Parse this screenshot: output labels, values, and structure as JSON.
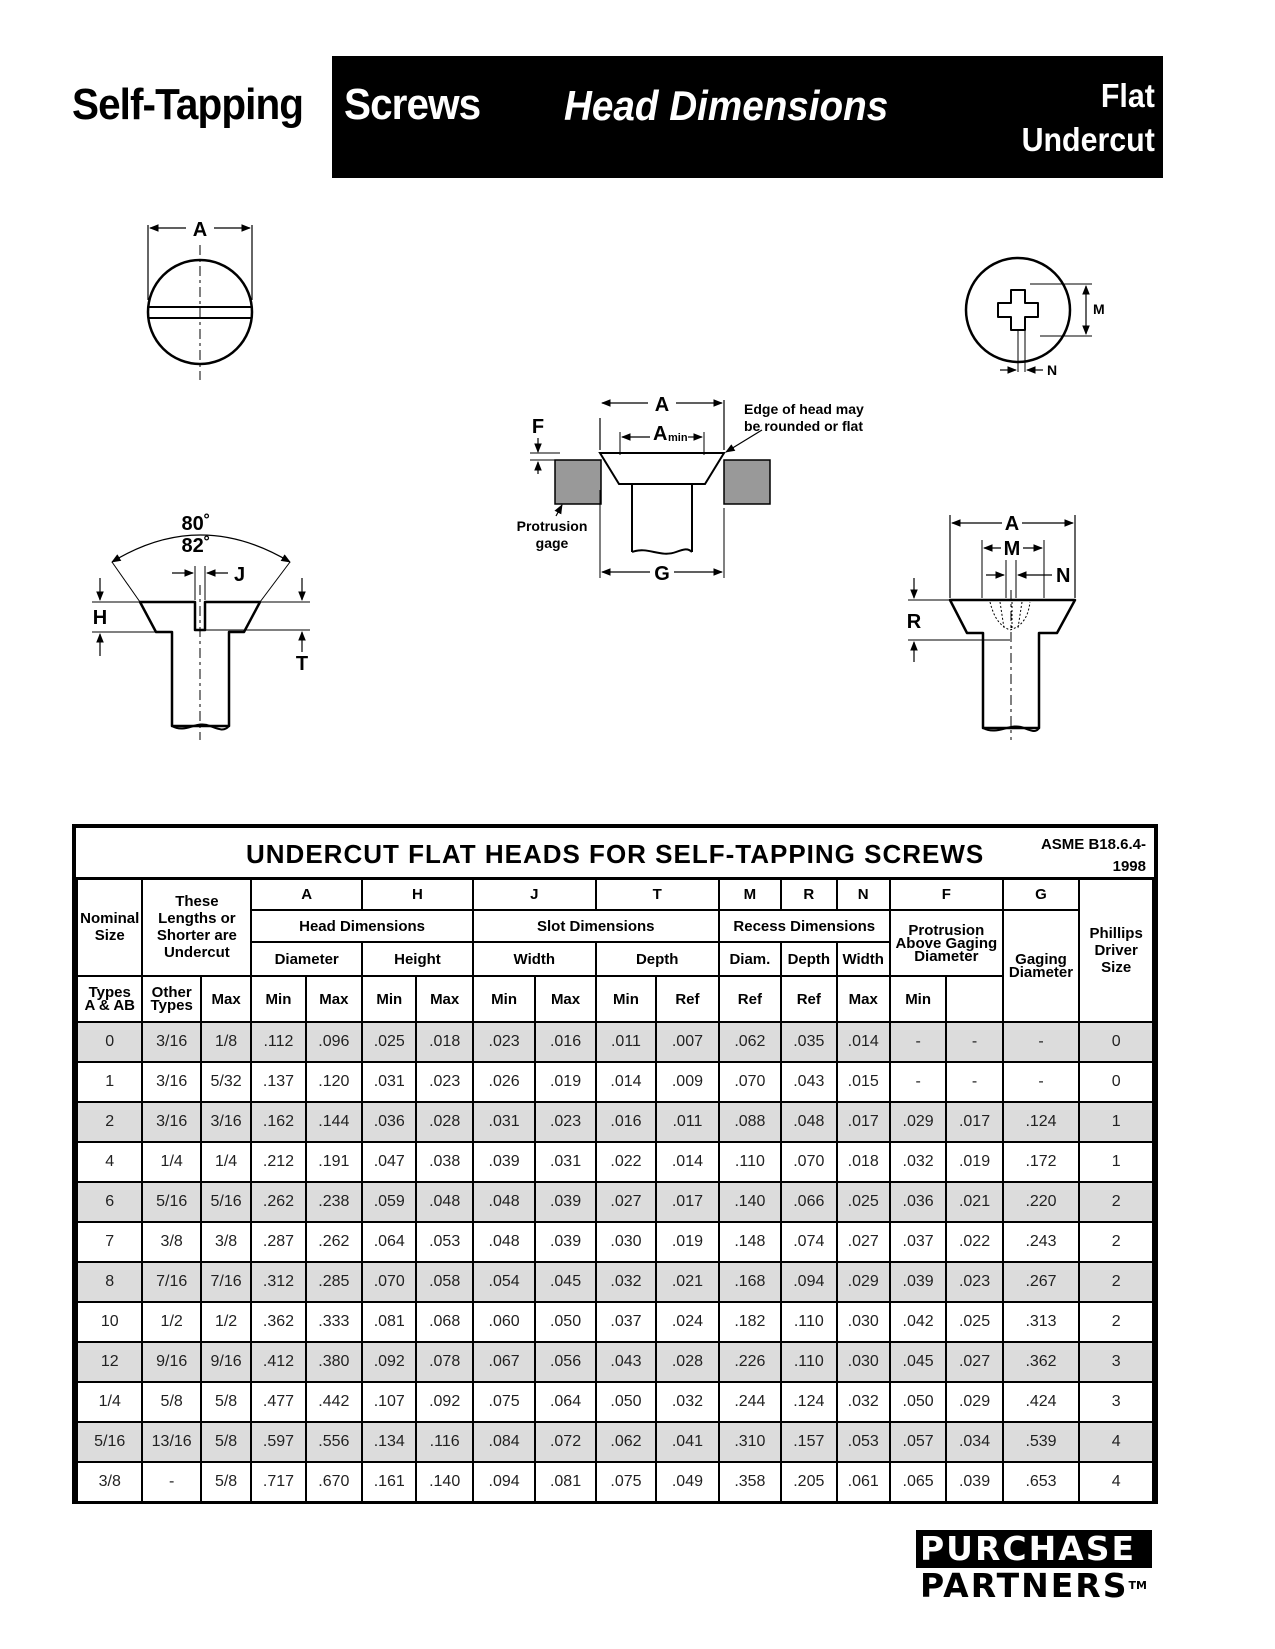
{
  "header": {
    "title_left": "Self-Tapping",
    "title_screws": "Screws",
    "title_head": "Head Dimensions",
    "title_flat": "Flat",
    "title_undercut": "Undercut"
  },
  "drawings": {
    "label_A": "A",
    "label_A_min": "A",
    "label_min": "min",
    "label_F": "F",
    "label_G": "G",
    "label_H": "H",
    "label_J": "J",
    "label_T": "T",
    "label_M": "M",
    "label_N": "N",
    "label_R": "R",
    "angle_80": "80˚",
    "angle_82": "82˚",
    "edge_note_1": "Edge of head may",
    "edge_note_2": "be rounded or flat",
    "gage_note_1": "Protrusion",
    "gage_note_2": "gage"
  },
  "table": {
    "title": "UNDERCUT FLAT HEADS FOR SELF-TAPPING SCREWS",
    "standard_1": "ASME B18.6.4-",
    "standard_2": "1998",
    "head": {
      "nominal_1": "Nominal",
      "nominal_2": "Size",
      "lengths_1": "These",
      "lengths_2": "Lengths or",
      "lengths_3": "Shorter are",
      "lengths_4": "Undercut",
      "types_ab_1": "Types",
      "types_ab_2": "A & AB",
      "types_other_1": "Other",
      "types_other_2": "Types",
      "A": "A",
      "H": "H",
      "J": "J",
      "T": "T",
      "M": "M",
      "R": "R",
      "N": "N",
      "F": "F",
      "G": "G",
      "head_dimensions": "Head Dimensions",
      "slot_dimensions": "Slot Dimensions",
      "recess_dimensions": "Recess Dimensions",
      "protrusion_1": "Protrusion",
      "protrusion_2": "Above Gaging",
      "protrusion_3": "Diameter",
      "gaging_1": "Gaging",
      "gaging_2": "Diameter",
      "phillips_1": "Phillips",
      "phillips_2": "Driver",
      "phillips_3": "Size",
      "diameter": "Diameter",
      "height": "Height",
      "width": "Width",
      "depth": "Depth",
      "diam": "Diam.",
      "r_depth": "Depth",
      "n_width": "Width",
      "max": "Max",
      "min": "Min",
      "ref": "Ref"
    },
    "rows": [
      [
        "0",
        "3/16",
        "1/8",
        ".112",
        ".096",
        ".025",
        ".018",
        ".023",
        ".016",
        ".011",
        ".007",
        ".062",
        ".035",
        ".014",
        "-",
        "-",
        "-",
        "0"
      ],
      [
        "1",
        "3/16",
        "5/32",
        ".137",
        ".120",
        ".031",
        ".023",
        ".026",
        ".019",
        ".014",
        ".009",
        ".070",
        ".043",
        ".015",
        "-",
        "-",
        "-",
        "0"
      ],
      [
        "2",
        "3/16",
        "3/16",
        ".162",
        ".144",
        ".036",
        ".028",
        ".031",
        ".023",
        ".016",
        ".011",
        ".088",
        ".048",
        ".017",
        ".029",
        ".017",
        ".124",
        "1"
      ],
      [
        "4",
        "1/4",
        "1/4",
        ".212",
        ".191",
        ".047",
        ".038",
        ".039",
        ".031",
        ".022",
        ".014",
        ".110",
        ".070",
        ".018",
        ".032",
        ".019",
        ".172",
        "1"
      ],
      [
        "6",
        "5/16",
        "5/16",
        ".262",
        ".238",
        ".059",
        ".048",
        ".048",
        ".039",
        ".027",
        ".017",
        ".140",
        ".066",
        ".025",
        ".036",
        ".021",
        ".220",
        "2"
      ],
      [
        "7",
        "3/8",
        "3/8",
        ".287",
        ".262",
        ".064",
        ".053",
        ".048",
        ".039",
        ".030",
        ".019",
        ".148",
        ".074",
        ".027",
        ".037",
        ".022",
        ".243",
        "2"
      ],
      [
        "8",
        "7/16",
        "7/16",
        ".312",
        ".285",
        ".070",
        ".058",
        ".054",
        ".045",
        ".032",
        ".021",
        ".168",
        ".094",
        ".029",
        ".039",
        ".023",
        ".267",
        "2"
      ],
      [
        "10",
        "1/2",
        "1/2",
        ".362",
        ".333",
        ".081",
        ".068",
        ".060",
        ".050",
        ".037",
        ".024",
        ".182",
        ".110",
        ".030",
        ".042",
        ".025",
        ".313",
        "2"
      ],
      [
        "12",
        "9/16",
        "9/16",
        ".412",
        ".380",
        ".092",
        ".078",
        ".067",
        ".056",
        ".043",
        ".028",
        ".226",
        ".110",
        ".030",
        ".045",
        ".027",
        ".362",
        "3"
      ],
      [
        "1/4",
        "5/8",
        "5/8",
        ".477",
        ".442",
        ".107",
        ".092",
        ".075",
        ".064",
        ".050",
        ".032",
        ".244",
        ".124",
        ".032",
        ".050",
        ".029",
        ".424",
        "3"
      ],
      [
        "5/16",
        "13/16",
        "5/8",
        ".597",
        ".556",
        ".134",
        ".116",
        ".084",
        ".072",
        ".062",
        ".041",
        ".310",
        ".157",
        ".053",
        ".057",
        ".034",
        ".539",
        "4"
      ],
      [
        "3/8",
        "-",
        "5/8",
        ".717",
        ".670",
        ".161",
        ".140",
        ".094",
        ".081",
        ".075",
        ".049",
        ".358",
        ".205",
        ".061",
        ".065",
        ".039",
        ".653",
        "4"
      ]
    ]
  },
  "logo": {
    "line1": "PURCHASE",
    "line2": "PARTNERS",
    "tm": "TM"
  }
}
